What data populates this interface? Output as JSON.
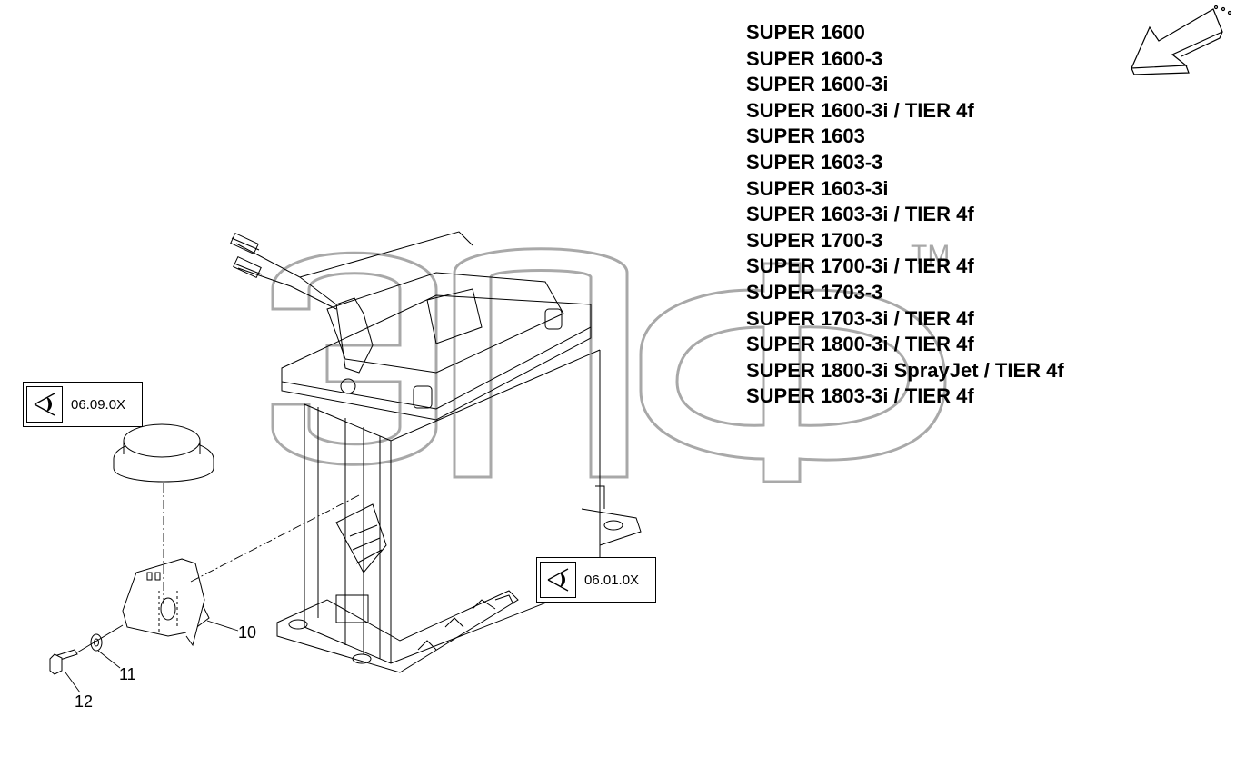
{
  "models": [
    "SUPER 1600",
    "SUPER 1600-3",
    "SUPER 1600-3i",
    "SUPER 1600-3i / TIER 4f",
    "SUPER 1603",
    "SUPER 1603-3",
    "SUPER 1603-3i",
    "SUPER 1603-3i / TIER 4f",
    "SUPER 1700-3",
    "SUPER 1700-3i / TIER 4f",
    "SUPER 1703-3",
    "SUPER 1703-3i / TIER 4f",
    "SUPER 1800-3i / TIER 4f",
    "SUPER 1800-3i SprayJet / TIER 4f",
    "SUPER 1803-3i / TIER 4f"
  ],
  "references": [
    {
      "code": "06.09.0X",
      "icon": "eye-icon"
    },
    {
      "code": "06.01.0X",
      "icon": "eye-icon"
    }
  ],
  "callouts": {
    "part_10": "10",
    "part_11": "11",
    "part_12": "12"
  },
  "watermark": {
    "text": "эпф",
    "tm": "TM"
  },
  "orientation_icon": "direction-arrow-icon"
}
